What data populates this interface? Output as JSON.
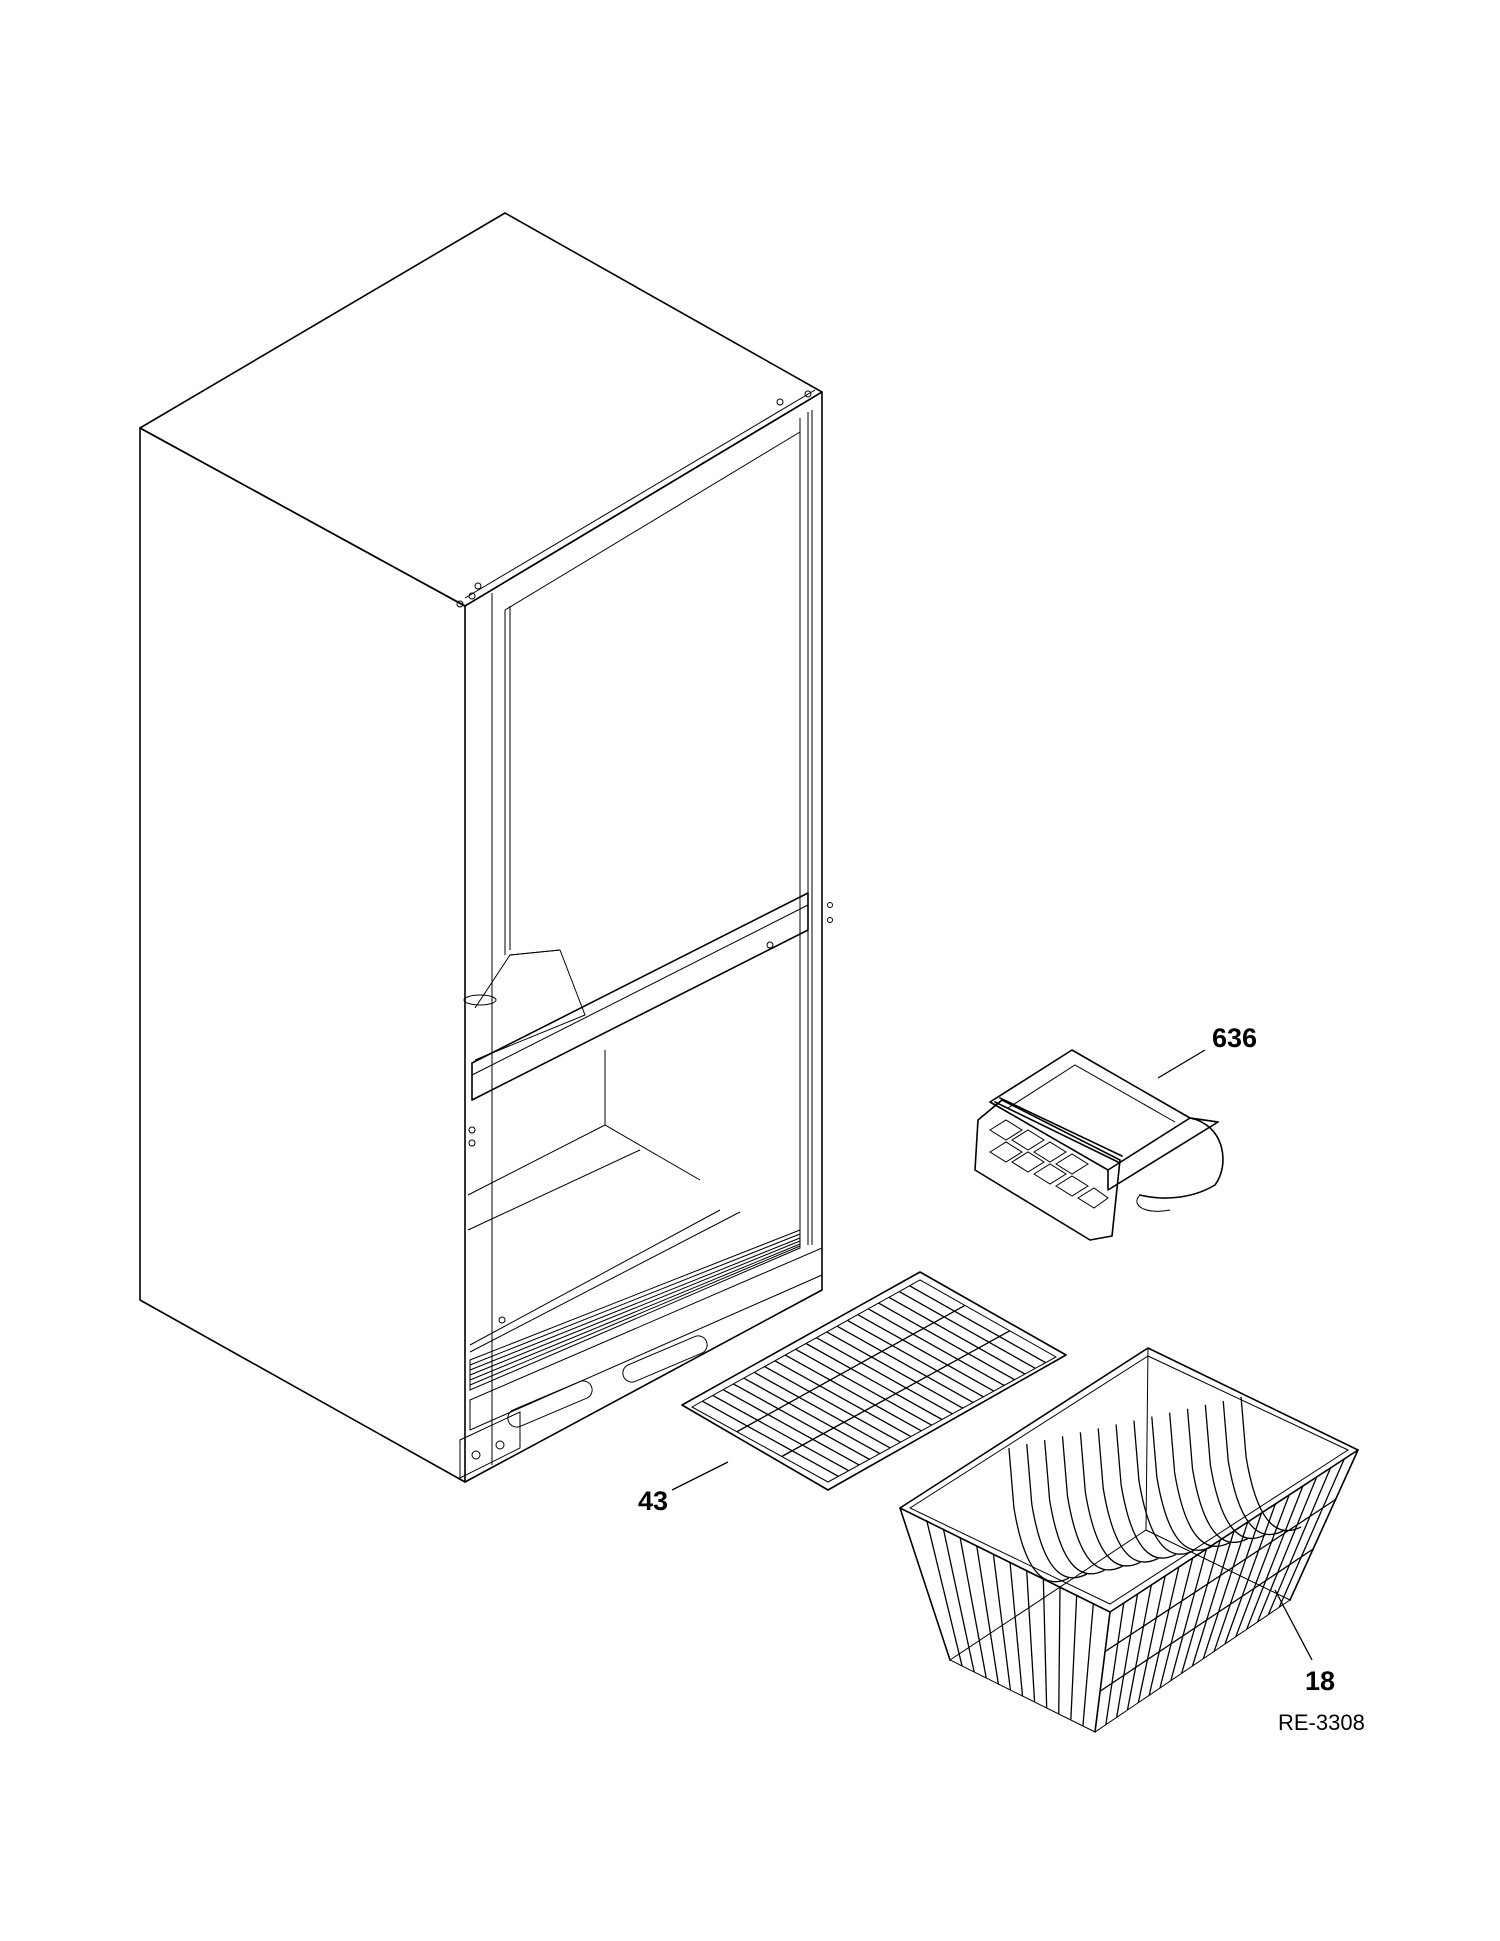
{
  "parts": [
    {
      "id": "cabinet",
      "name": "Refrigerator cabinet"
    },
    {
      "id": "ice-bin",
      "callout": "636"
    },
    {
      "id": "shelf",
      "callout": "43"
    },
    {
      "id": "basket",
      "callout": "18"
    }
  ],
  "drawing_code": "RE-3308"
}
